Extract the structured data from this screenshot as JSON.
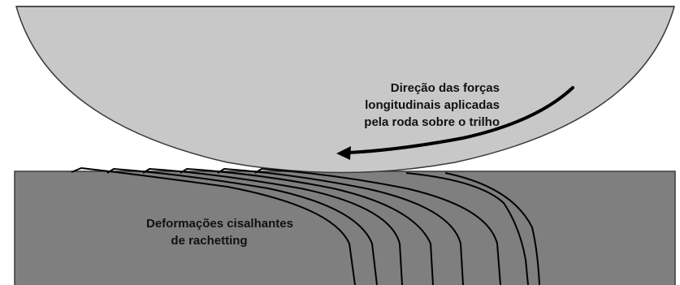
{
  "diagram": {
    "force_label_lines": [
      "Direção das forças",
      "longitudinais aplicadas",
      "pela roda sobre o trilho"
    ],
    "shear_label_lines": [
      "Deformações cisalhantes",
      "de rachetting"
    ],
    "colors": {
      "wheel_fill": "#c8c8c8",
      "rail_fill": "#7f7f7f",
      "outline": "#3a3a3a",
      "shear_lines": "#000000",
      "arrow": "#000000",
      "background": "#ffffff"
    }
  }
}
